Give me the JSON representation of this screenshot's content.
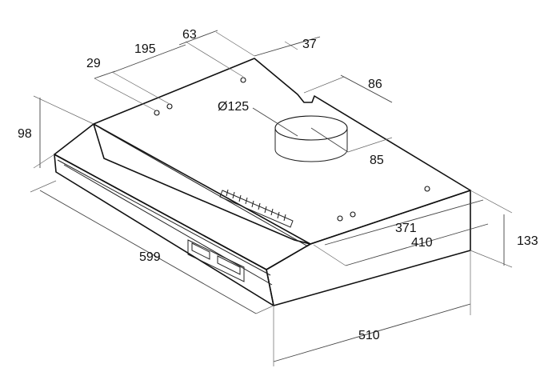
{
  "dimensions": {
    "d_63": "63",
    "d_195": "195",
    "d_29": "29",
    "d_37": "37",
    "d_86": "86",
    "d_125": "Ø125",
    "d_85": "85",
    "d_98": "98",
    "d_599": "599",
    "d_371": "371",
    "d_410": "410",
    "d_133": "133",
    "d_510": "510"
  }
}
